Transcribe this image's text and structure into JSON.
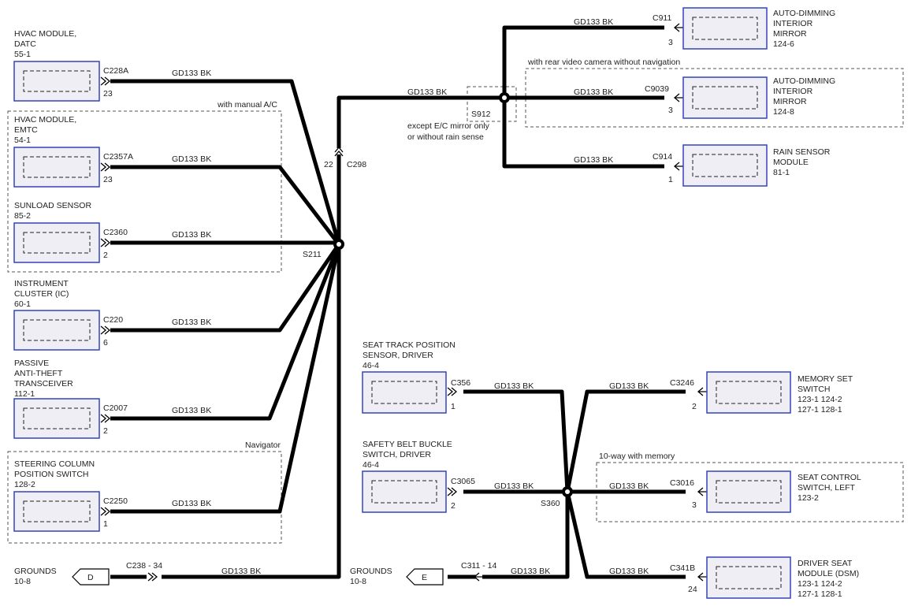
{
  "wire_label": "GD133  BK",
  "left_components": [
    {
      "name": [
        "HVAC MODULE,",
        "DATC",
        "55-1"
      ],
      "connector": "C228A",
      "pin": "23"
    },
    {
      "name": [
        "HVAC MODULE,",
        "EMTC",
        "54-1"
      ],
      "connector": "C2357A",
      "pin": "23"
    },
    {
      "name": [
        "SUNLOAD SENSOR",
        "85-2"
      ],
      "connector": "C2360",
      "pin": "2"
    },
    {
      "name": [
        "INSTRUMENT",
        "CLUSTER (IC)",
        "60-1"
      ],
      "connector": "C220",
      "pin": "6"
    },
    {
      "name": [
        "PASSIVE",
        "ANTI-THEFT",
        "TRANSCEIVER",
        "112-1"
      ],
      "connector": "C2007",
      "pin": "2"
    },
    {
      "name": [
        "STEERING COLUMN",
        "POSITION SWITCH",
        "128-2"
      ],
      "connector": "C2250",
      "pin": "1"
    }
  ],
  "top_right_components": [
    {
      "name": [
        "AUTO-DIMMING",
        "INTERIOR",
        "MIRROR",
        "124-6"
      ],
      "connector": "C911",
      "pin": "3"
    },
    {
      "name": [
        "AUTO-DIMMING",
        "INTERIOR",
        "MIRROR",
        "124-8"
      ],
      "connector": "C9039",
      "pin": "3"
    },
    {
      "name": [
        "RAIN SENSOR",
        "MODULE",
        "81-1"
      ],
      "connector": "C914",
      "pin": "1"
    }
  ],
  "seat_inputs": [
    {
      "name": [
        "SEAT TRACK POSITION",
        "SENSOR, DRIVER",
        "46-4"
      ],
      "connector": "C356",
      "pin": "1"
    },
    {
      "name": [
        "SAFETY BELT BUCKLE",
        "SWITCH, DRIVER",
        "46-4"
      ],
      "connector": "C3065",
      "pin": "2"
    }
  ],
  "seat_outputs": [
    {
      "name": [
        "MEMORY SET",
        "SWITCH",
        "123-1     124-2",
        "127-1     128-1"
      ],
      "connector": "C3246",
      "pin": "2"
    },
    {
      "name": [
        "SEAT CONTROL",
        "SWITCH, LEFT",
        "123-2"
      ],
      "connector": "C3016",
      "pin": "3"
    },
    {
      "name": [
        "DRIVER SEAT",
        "MODULE (DSM)",
        "123-1     124-2",
        "127-1     128-1"
      ],
      "connector": "C341B",
      "pin": "24"
    }
  ],
  "splices": {
    "s211": "S211",
    "s912": "S912",
    "s360": "S360"
  },
  "inline": {
    "c298": "C298",
    "c298_pin": "22"
  },
  "group_labels": {
    "manual_ac": "with manual A/C",
    "navigator": "Navigator",
    "rear_video": "with rear video camera without navigation",
    "ten_way": "10-way with memory",
    "except_1": "except E/C mirror only",
    "except_2": "or without rain sense"
  },
  "grounds": [
    {
      "label": [
        "GROUNDS",
        "10-8"
      ],
      "letter": "D",
      "connector": "C238 - 34"
    },
    {
      "label": [
        "GROUNDS",
        "10-8"
      ],
      "letter": "E",
      "connector": "C311 - 14"
    }
  ]
}
